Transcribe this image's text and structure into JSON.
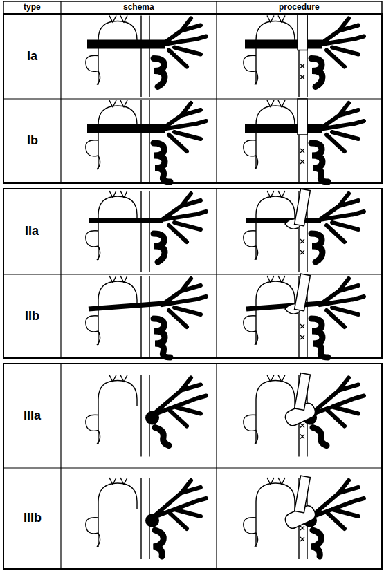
{
  "diagram": {
    "labels": [
      "type",
      "schema",
      "procedure",
      "Ia",
      "Ib",
      "IIa",
      "IIb",
      "IIIa",
      "IIIb"
    ]
  }
}
